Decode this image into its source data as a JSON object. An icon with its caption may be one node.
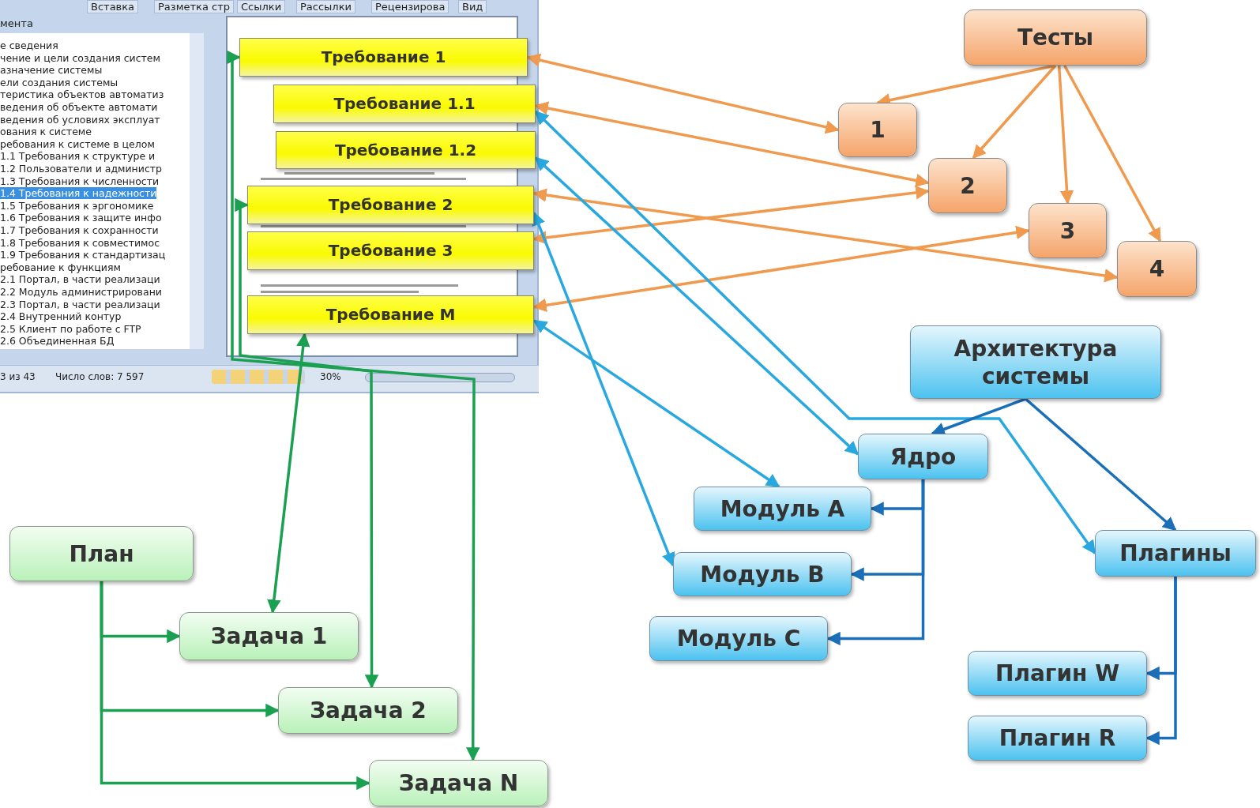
{
  "diagram": {
    "nodes": [
      {
        "text": [
          "Требование 1"
        ]
      },
      {
        "text": [
          "Требование 1.1"
        ]
      },
      {
        "text": [
          "Требование 1.2"
        ]
      },
      {
        "text": [
          "Требование 2"
        ]
      },
      {
        "text": [
          "Требование 3"
        ]
      },
      {
        "text": [
          "Требование M"
        ]
      },
      {
        "text": [
          "Тесты"
        ]
      },
      {
        "text": [
          "1"
        ]
      },
      {
        "text": [
          "2"
        ]
      },
      {
        "text": [
          "3"
        ]
      },
      {
        "text": [
          "4"
        ]
      },
      {
        "text": [
          "Архитектура системы"
        ]
      },
      {
        "text": [
          "Ядро"
        ]
      },
      {
        "text": [
          "Модуль A"
        ]
      },
      {
        "text": [
          "Модуль B"
        ]
      },
      {
        "text": [
          "Модуль C"
        ]
      },
      {
        "text": [
          "Плагины"
        ]
      },
      {
        "text": [
          "Плагин W"
        ]
      },
      {
        "text": [
          "Плагин R"
        ]
      },
      {
        "text": [
          "План"
        ]
      },
      {
        "text": [
          "Задача 1"
        ]
      },
      {
        "text": [
          "Задача 2"
        ]
      },
      {
        "text": [
          "Задача N"
        ]
      }
    ],
    "edges": [
      {
        "from": 6,
        "to": 7,
        "arrow": "to"
      },
      {
        "from": 6,
        "to": 8,
        "arrow": "to"
      },
      {
        "from": 6,
        "to": 9,
        "arrow": "to"
      },
      {
        "from": 6,
        "to": 10,
        "arrow": "to"
      },
      {
        "from": 0,
        "to": 7,
        "arrow": "both"
      },
      {
        "from": 1,
        "to": 8,
        "arrow": "both"
      },
      {
        "from": 3,
        "to": 10,
        "arrow": "both"
      },
      {
        "from": 4,
        "to": 8,
        "arrow": "both"
      },
      {
        "from": 5,
        "to": 9,
        "arrow": "both"
      },
      {
        "from": 1,
        "to": 16,
        "arrow": "both",
        "color": "#29a8e0"
      },
      {
        "from": 2,
        "to": 12,
        "arrow": "both",
        "color": "#29a8e0"
      },
      {
        "from": 3,
        "to": 14,
        "arrow": "both",
        "color": "#29a8e0"
      },
      {
        "from": 5,
        "to": 13,
        "arrow": "both",
        "color": "#29a8e0"
      },
      {
        "from": 0,
        "to": 22,
        "arrow": "both",
        "color": "#1aa050"
      },
      {
        "from": 3,
        "to": 21,
        "arrow": "both",
        "color": "#1aa050"
      },
      {
        "from": 5,
        "to": 20,
        "arrow": "both",
        "color": "#1aa050"
      },
      {
        "from": 11,
        "to": 12,
        "arrow": "to",
        "color": "#1a6fb8"
      },
      {
        "from": 11,
        "to": 16,
        "arrow": "to",
        "color": "#1a6fb8"
      },
      {
        "from": 12,
        "to": 13,
        "arrow": "to",
        "color": "#1a6fb8"
      },
      {
        "from": 12,
        "to": 14,
        "arrow": "to",
        "color": "#1a6fb8"
      },
      {
        "from": 12,
        "to": 15,
        "arrow": "to",
        "color": "#1a6fb8"
      },
      {
        "from": 16,
        "to": 17,
        "arrow": "to",
        "color": "#1a6fb8"
      },
      {
        "from": 16,
        "to": 18,
        "arrow": "to",
        "color": "#1a6fb8"
      },
      {
        "from": 19,
        "to": 20,
        "arrow": "to",
        "color": "#1aa050"
      },
      {
        "from": 19,
        "to": 21,
        "arrow": "to",
        "color": "#1aa050"
      },
      {
        "from": 19,
        "to": 22,
        "arrow": "to",
        "color": "#1aa050"
      }
    ],
    "labels": [
      "Вставка",
      "Разметка стр",
      "Ссылки",
      "Рассылки",
      "Рецензирова",
      "Вид",
      "мента",
      "е сведения",
      "чение и цели создания систем",
      "азначение системы",
      "ели создания системы",
      "теристика объектов автоматиз",
      "ведения об объекте автомати",
      "ведения об условиях эксплуат",
      "ования к системе",
      "ребования к системе в целом",
      "1.1 Требования к структуре и",
      "1.2 Пользователи и администр",
      "1.3 Требования к численности",
      "1.4 Требования к надежности",
      "1.5 Требования к эргономике",
      "1.6 Требования к защите инфо",
      "1.7 Требования к сохранности",
      "1.8 Требования к совместимос",
      "1.9 Требования к стандартизац",
      "ребование к функциям",
      "2.1 Портал, в части реализаци",
      "2.2 Модуль администрировани",
      "2.3 Портал, в части реализаци",
      "2.4 Внутренний контур",
      "2.5 Клиент по работе с FTP",
      "2.6 Объединенная БД",
      "3 из 43",
      "Число слов: 7 597",
      "30%"
    ]
  }
}
